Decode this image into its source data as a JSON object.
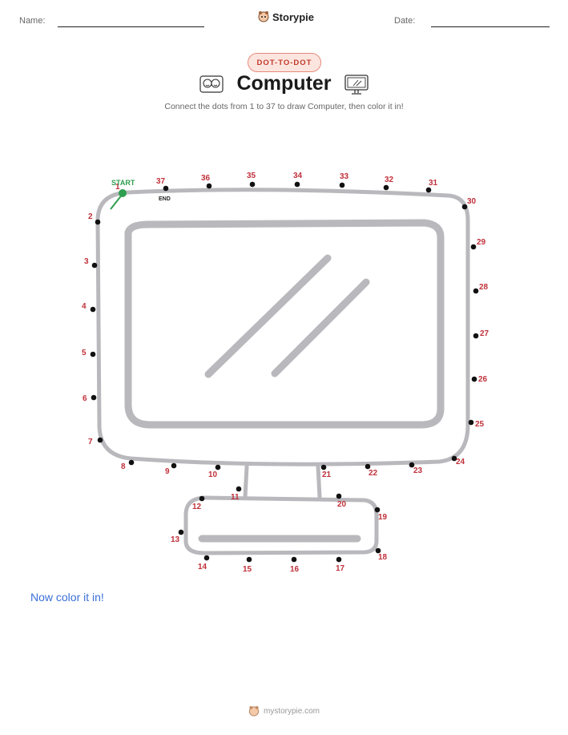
{
  "header": {
    "name_label": "Name:",
    "date_label": "Date:",
    "brand": "Storypie",
    "brand_icon": "storypie-mascot-icon"
  },
  "badge": "DOT-TO-DOT",
  "title": "Computer",
  "subtitle": "Connect the dots from 1 to 37 to draw Computer, then color it in!",
  "puzzle": {
    "start_label": "START",
    "end_label": "END",
    "start_color": "#2e9e4f",
    "number_color": "#c0303a",
    "outline_color": "#b9b9bd",
    "dots": [
      "1",
      "2",
      "3",
      "4",
      "5",
      "6",
      "7",
      "8",
      "9",
      "10",
      "11",
      "12",
      "13",
      "14",
      "15",
      "16",
      "17",
      "18",
      "19",
      "20",
      "21",
      "22",
      "23",
      "24",
      "25",
      "26",
      "27",
      "28",
      "29",
      "30",
      "31",
      "32",
      "33",
      "34",
      "35",
      "36",
      "37"
    ]
  },
  "prompt": "Now color it in!",
  "footer": {
    "site": "mystorypie.com"
  }
}
